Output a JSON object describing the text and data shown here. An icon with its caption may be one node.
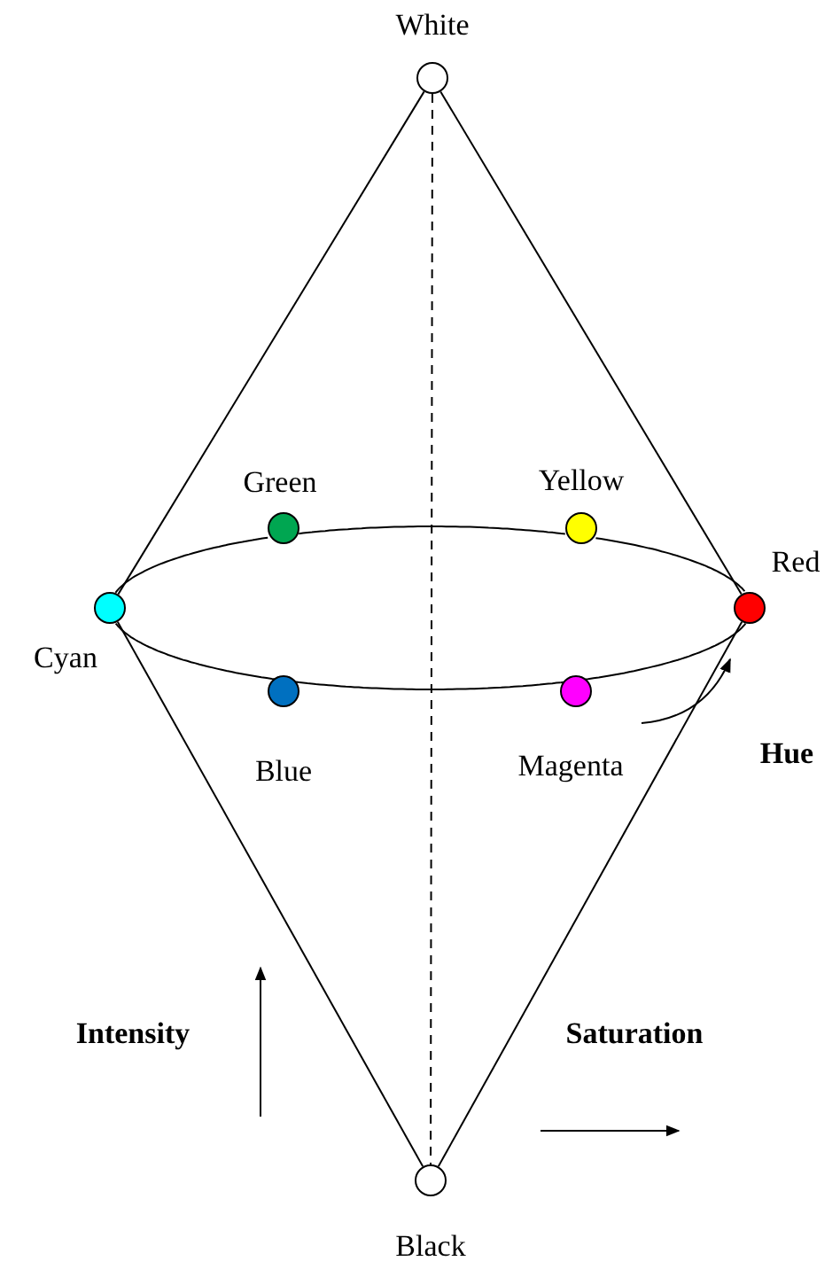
{
  "diagram": {
    "nodes": [
      {
        "text": [],
        "shape": "circle",
        "beside": [
          "White"
        ]
      },
      {
        "text": [],
        "shape": "circle",
        "beside": [
          "Green"
        ]
      },
      {
        "text": [],
        "shape": "circle",
        "beside": [
          "Yellow"
        ]
      },
      {
        "text": [],
        "shape": "circle",
        "beside": [
          "Cyan"
        ]
      },
      {
        "text": [],
        "shape": "circle",
        "beside": [
          "Red"
        ]
      },
      {
        "text": [],
        "shape": "circle",
        "beside": [
          "Blue"
        ]
      },
      {
        "text": [],
        "shape": "circle",
        "beside": [
          "Magenta"
        ]
      },
      {
        "text": [],
        "shape": "circle",
        "beside": [
          "Black"
        ]
      }
    ],
    "edges": [
      {
        "from": 0,
        "to": 3,
        "arrow": "none"
      },
      {
        "from": 0,
        "to": 4,
        "arrow": "none"
      },
      {
        "from": 3,
        "to": 7,
        "arrow": "none"
      },
      {
        "from": 4,
        "to": 7,
        "arrow": "none"
      },
      {
        "from": 0,
        "to": 7,
        "arrow": "none",
        "style": "dashed"
      },
      {
        "from": 3,
        "to": 1,
        "arrow": "none"
      },
      {
        "from": 1,
        "to": 2,
        "arrow": "none"
      },
      {
        "from": 2,
        "to": 4,
        "arrow": "none"
      },
      {
        "from": 4,
        "to": 6,
        "arrow": "none"
      },
      {
        "from": 6,
        "to": 5,
        "arrow": "none"
      },
      {
        "from": 5,
        "to": 3,
        "arrow": "none"
      }
    ],
    "labels": [
      "Hue",
      "Intensity",
      "Saturation"
    ]
  }
}
